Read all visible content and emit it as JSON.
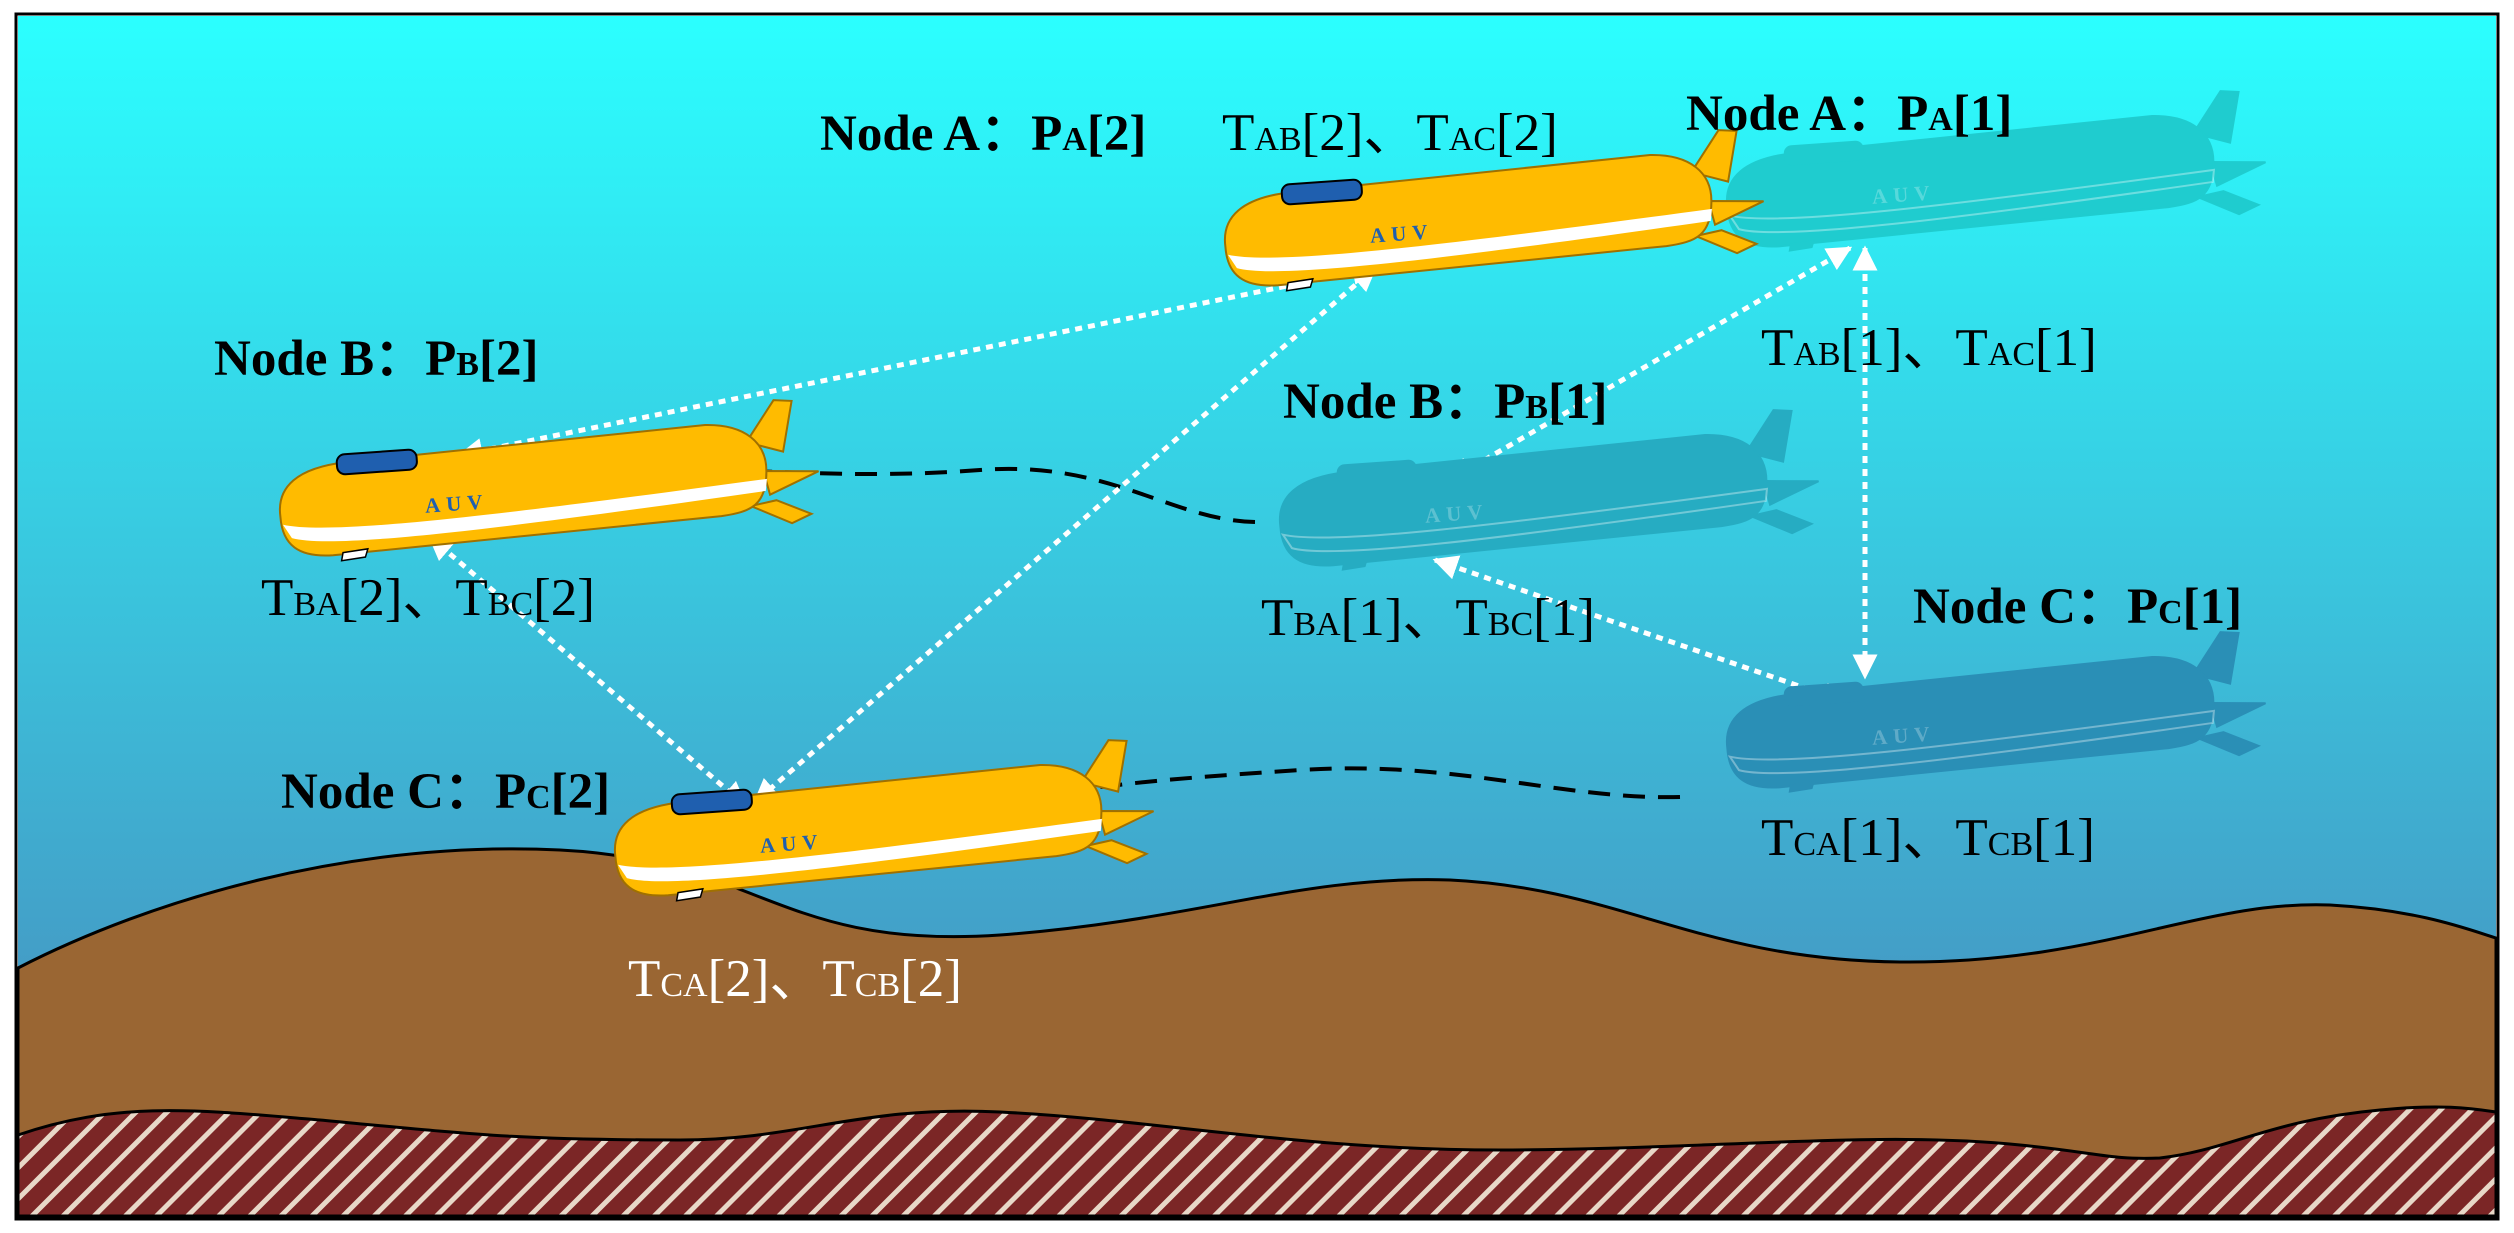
{
  "colors": {
    "water_top": "#2BFFFF",
    "water_bottom": "#4A84B8",
    "seabed": "#9A6633",
    "rock": "#7B2626",
    "auv_active": "#FFBB00",
    "auv_active_outline": "#A07000",
    "auv_window": "#1F5FAF",
    "auv_ghost_a": "#1FCCCF",
    "auv_ghost_b": "#26ACC2",
    "auv_ghost_c": "#2A8FB6",
    "link": "#FFFFFF",
    "trajectory": "#000000",
    "label_dark": "#000000",
    "label_light": "#FFFFFF"
  },
  "auv_text": "AUV",
  "nodes": [
    {
      "id": "A2",
      "name": "Node A",
      "sep": "：",
      "pos_main": "P",
      "pos_sub": "A",
      "pos_idx": "[2]",
      "times": {
        "t1": "T",
        "s1": "AB",
        "i1": "[2]",
        "sep": "、",
        "t2": "T",
        "s2": "AC",
        "i2": "[2]"
      }
    },
    {
      "id": "A1",
      "name": "Node A",
      "sep": "：",
      "pos_main": "P",
      "pos_sub": "A",
      "pos_idx": "[1]",
      "times": {
        "t1": "T",
        "s1": "AB",
        "i1": "[1]",
        "sep": "、",
        "t2": "T",
        "s2": "AC",
        "i2": "[1]"
      }
    },
    {
      "id": "B2",
      "name": "Node B",
      "sep": "：",
      "pos_main": "P",
      "pos_sub": "B",
      "pos_idx": "[2]",
      "times": {
        "t1": "T",
        "s1": "BA",
        "i1": "[2]",
        "sep": "、",
        "t2": "T",
        "s2": "BC",
        "i2": "[2]"
      }
    },
    {
      "id": "B1",
      "name": "Node B",
      "sep": "：",
      "pos_main": "P",
      "pos_sub": "B",
      "pos_idx": "[1]",
      "times": {
        "t1": "T",
        "s1": "BA",
        "i1": "[1]",
        "sep": "、",
        "t2": "T",
        "s2": "BC",
        "i2": "[1]"
      }
    },
    {
      "id": "C2",
      "name": "Node C",
      "sep": "：",
      "pos_main": "P",
      "pos_sub": "C",
      "pos_idx": "[2]",
      "times": {
        "t1": "T",
        "s1": "CA",
        "i1": "[2]",
        "sep": "、",
        "t2": "T",
        "s2": "CB",
        "i2": "[2]"
      }
    },
    {
      "id": "C1",
      "name": "Node C",
      "sep": "：",
      "pos_main": "P",
      "pos_sub": "C",
      "pos_idx": "[1]",
      "times": {
        "t1": "T",
        "s1": "CA",
        "i1": "[1]",
        "sep": "、",
        "t2": "T",
        "s2": "CB",
        "i2": "[1]"
      }
    }
  ]
}
